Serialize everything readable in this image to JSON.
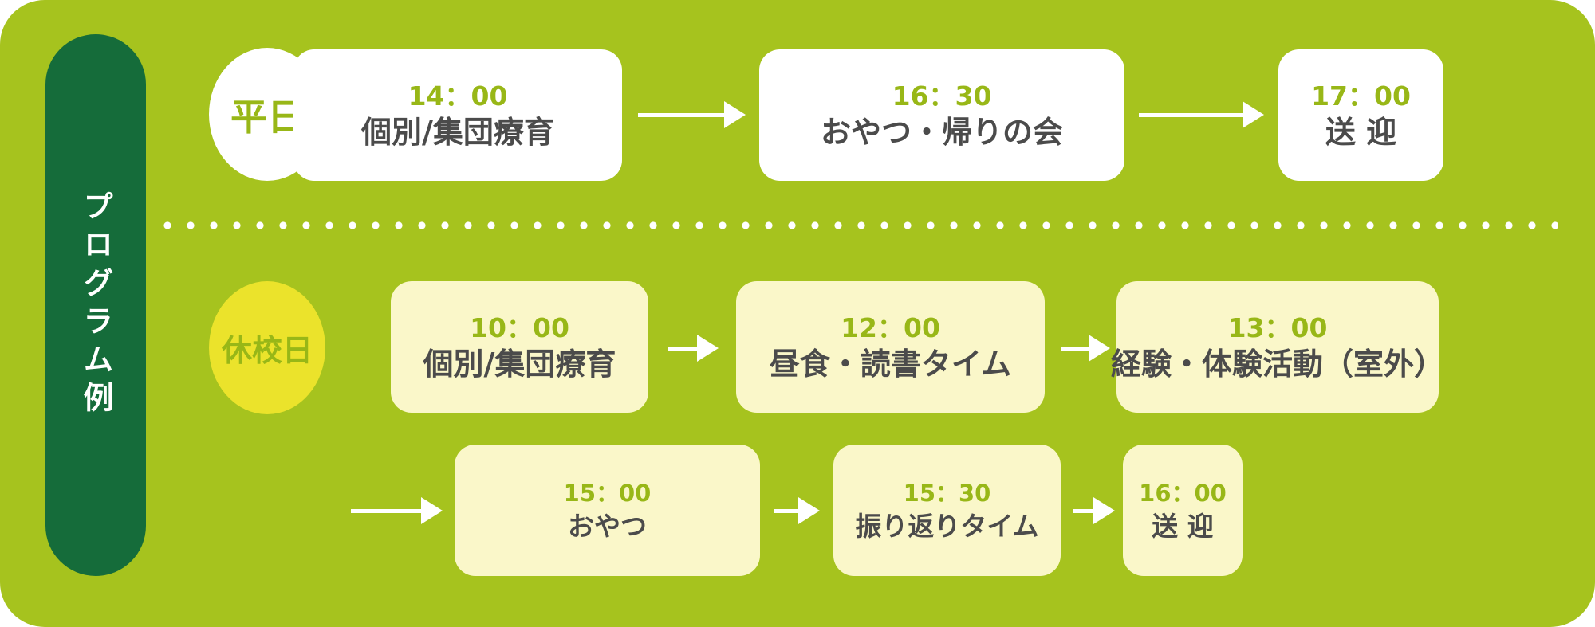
{
  "page": {
    "title_vertical": "プログラム例"
  },
  "colors": {
    "background_green": "#a6c31e",
    "pill_dark_green": "#156c3a",
    "badge_yellow": "#ebe32b",
    "card_white": "#ffffff",
    "card_cream": "#faf7c9",
    "time_green": "#98b717",
    "label_gray": "#4b4b4b",
    "arrow_white": "#ffffff"
  },
  "rows": {
    "weekday": {
      "badge": "平日",
      "steps": [
        {
          "time": "14：00",
          "label": "個別/集団療育"
        },
        {
          "time": "16：30",
          "label": "おやつ・帰りの会"
        },
        {
          "time": "17：00",
          "label": "送 迎"
        }
      ]
    },
    "holiday": {
      "badge": "休校日",
      "line1": [
        {
          "time": "10：00",
          "label": "個別/集団療育"
        },
        {
          "time": "12：00",
          "label": "昼食・読書タイム"
        },
        {
          "time": "13：00",
          "label": "経験・体験活動（室外）"
        }
      ],
      "line2": [
        {
          "time": "15：00",
          "label": "おやつ"
        },
        {
          "time": "15：30",
          "label": "振り返りタイム"
        },
        {
          "time": "16：00",
          "label": "送 迎"
        }
      ]
    }
  }
}
